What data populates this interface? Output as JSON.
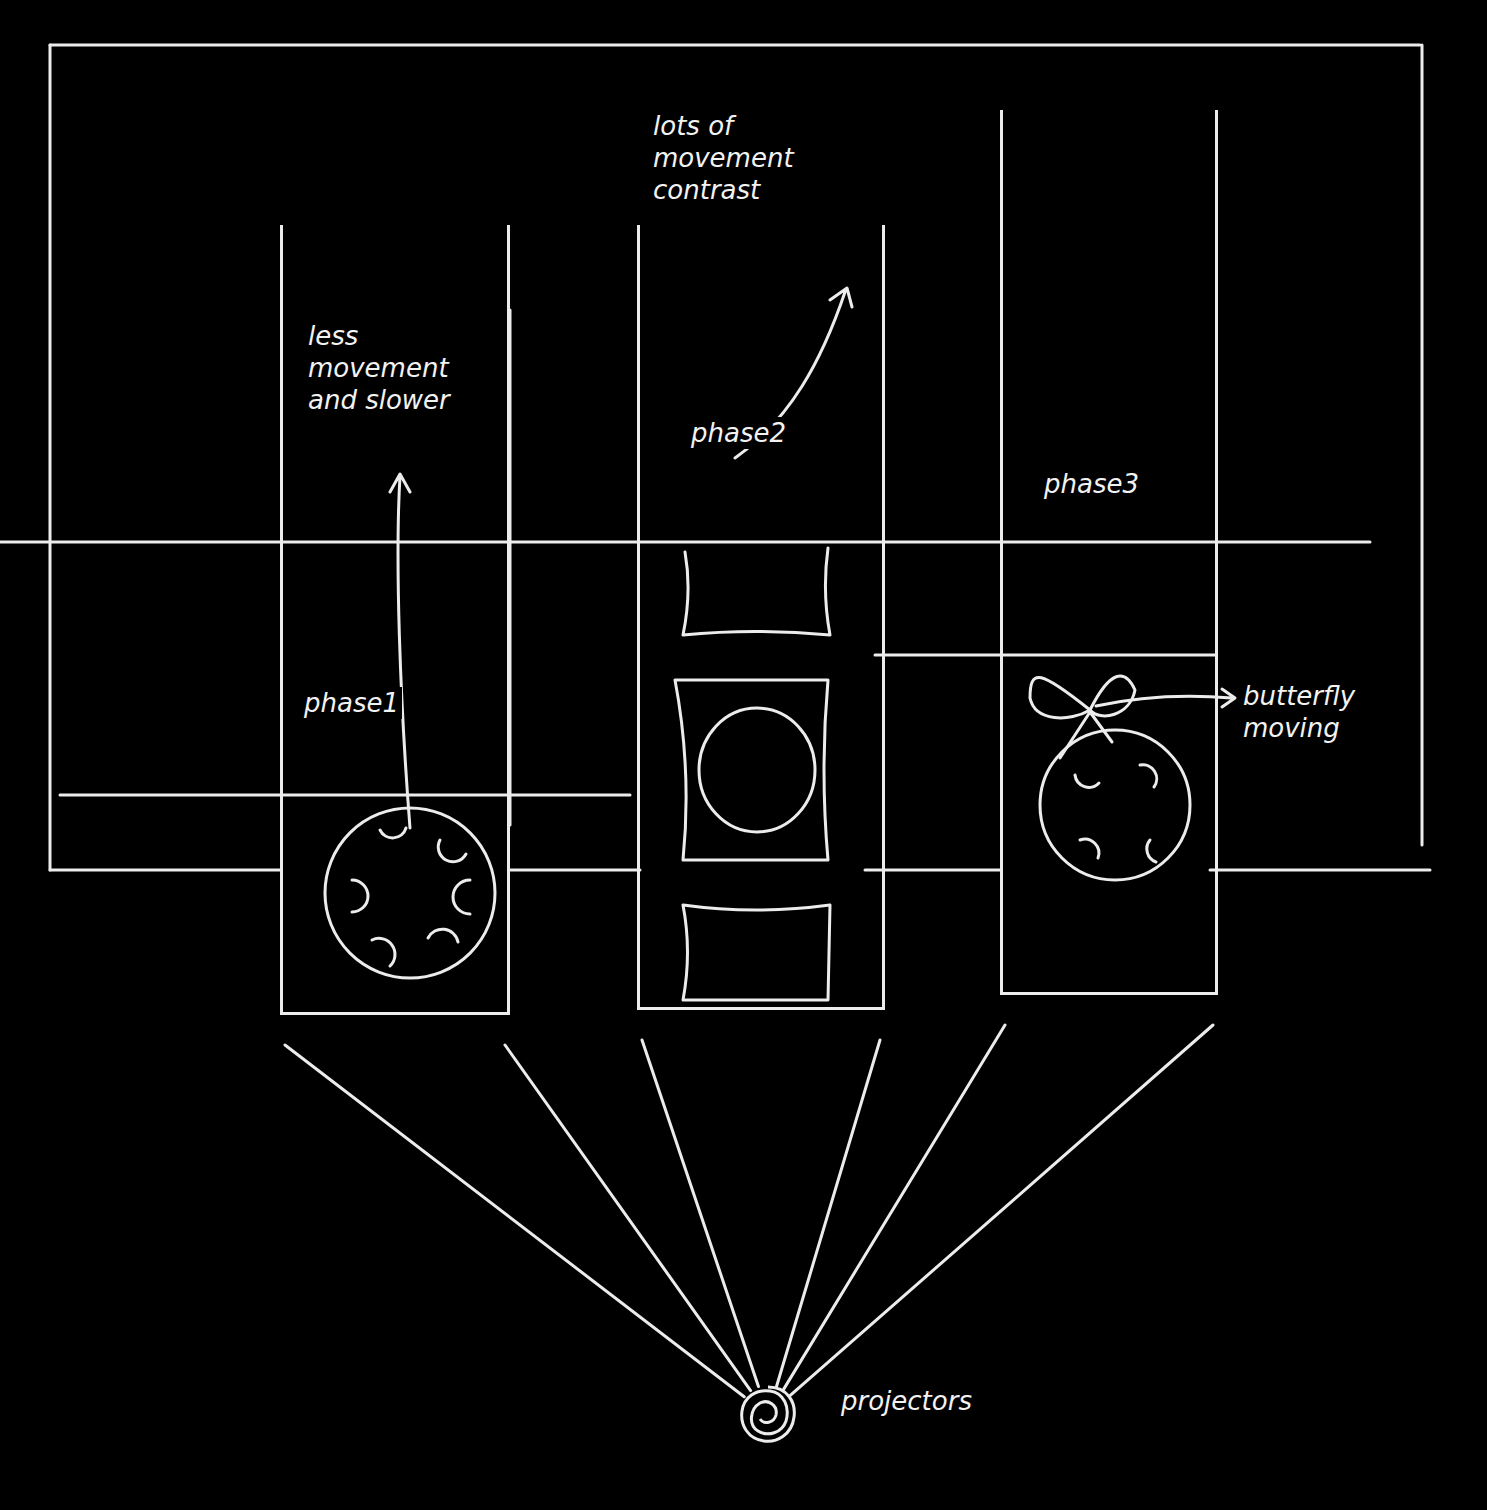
{
  "diagram": {
    "nodes": [
      {
        "text": [
          "phase1"
        ]
      },
      {
        "text": [
          "phase2"
        ]
      },
      {
        "text": [
          "phase3"
        ]
      },
      {
        "text": [
          "projectors"
        ]
      }
    ],
    "edges": [
      {
        "from": 3,
        "to": 0,
        "arrow": "none"
      },
      {
        "from": 3,
        "to": 1,
        "arrow": "none"
      },
      {
        "from": 3,
        "to": 2,
        "arrow": "none"
      }
    ],
    "labels": [
      "less movement and slower",
      "lots of movement contrast",
      "butterfly moving"
    ]
  }
}
